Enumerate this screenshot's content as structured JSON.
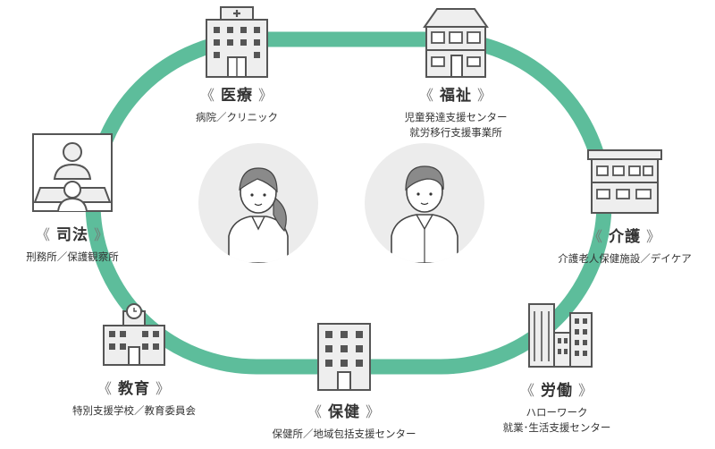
{
  "colors": {
    "track": "#5dbd9b",
    "circle_bg": "#ececec",
    "icon_fill": "#eeeeee",
    "icon_stroke": "#555555"
  },
  "categories": [
    {
      "id": "iryo",
      "title": "医療",
      "lines": [
        "病院／クリニック"
      ],
      "icon": "hospital-icon"
    },
    {
      "id": "fukushi",
      "title": "福祉",
      "lines": [
        "児童発達支援センター",
        "就労移行支援事業所"
      ],
      "icon": "welfare-house-icon"
    },
    {
      "id": "shiho",
      "title": "司法",
      "lines": [
        "刑務所／保護観察所"
      ],
      "icon": "interview-icon"
    },
    {
      "id": "kaigo",
      "title": "介護",
      "lines": [
        "介護老人保健施設／デイケア"
      ],
      "icon": "care-facility-icon"
    },
    {
      "id": "kyoiku",
      "title": "教育",
      "lines": [
        "特別支援学校／教育委員会"
      ],
      "icon": "school-icon"
    },
    {
      "id": "hoken",
      "title": "保健",
      "lines": [
        "保健所／地域包括支援センター"
      ],
      "icon": "health-center-icon"
    },
    {
      "id": "rodo",
      "title": "労働",
      "lines": [
        "ハローワーク",
        "就業･生活支援センター"
      ],
      "icon": "office-buildings-icon"
    }
  ],
  "brackets": {
    "open": "《",
    "close": "》"
  }
}
